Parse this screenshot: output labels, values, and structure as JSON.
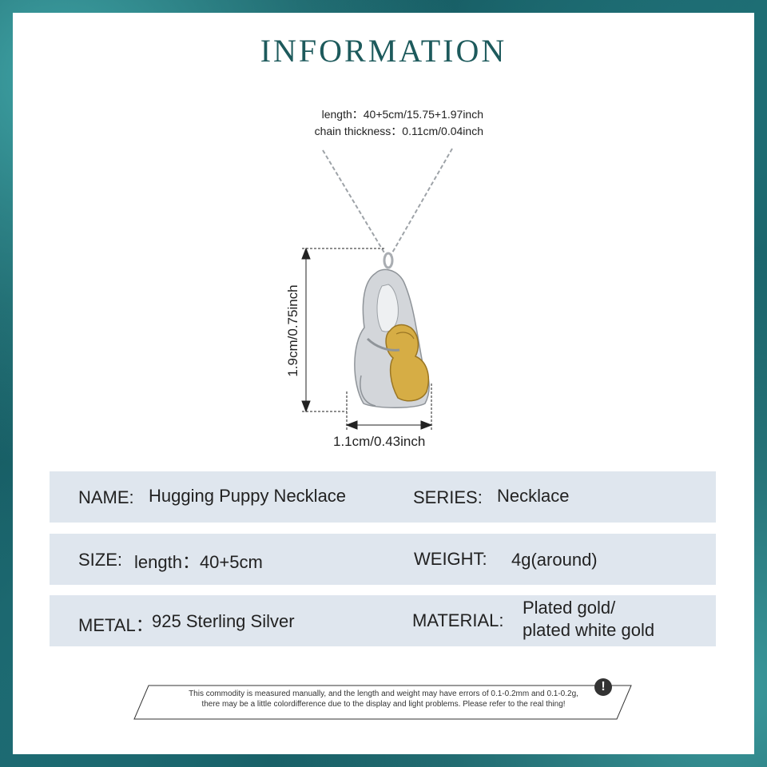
{
  "title": "INFORMATION",
  "specs": {
    "length": "length：40+5cm/15.75+1.97inch",
    "chain": "chain thickness：0.11cm/0.04inch"
  },
  "dimensions": {
    "height": "1.9cm/0.75inch",
    "width": "1.1cm/0.43inch"
  },
  "rows": {
    "name_label": "NAME:",
    "name_value": "Hugging Puppy Necklace",
    "series_label": "SERIES:",
    "series_value": "Necklace",
    "size_label": "SIZE:",
    "size_value": "length：40+5cm",
    "weight_label": "WEIGHT:",
    "weight_value": "4g(around)",
    "metal_label": "METAL：",
    "metal_value": "925 Sterling Silver",
    "material_label": "MATERIAL:",
    "material_value_1": "Plated gold/",
    "material_value_2": "plated white gold"
  },
  "notice": {
    "line1": "This commodity is measured manually, and the length and weight may have errors of 0.1-0.2mm and 0.1-0.2g,",
    "line2": "there may be a little colordifference due to the display and light problems. Please refer to the real thing!",
    "icon": "!"
  },
  "colors": {
    "title": "#1d5a5c",
    "row_background": "#dfe6ee",
    "gold": "#d6ad45",
    "silver": "#c9ccd0"
  }
}
